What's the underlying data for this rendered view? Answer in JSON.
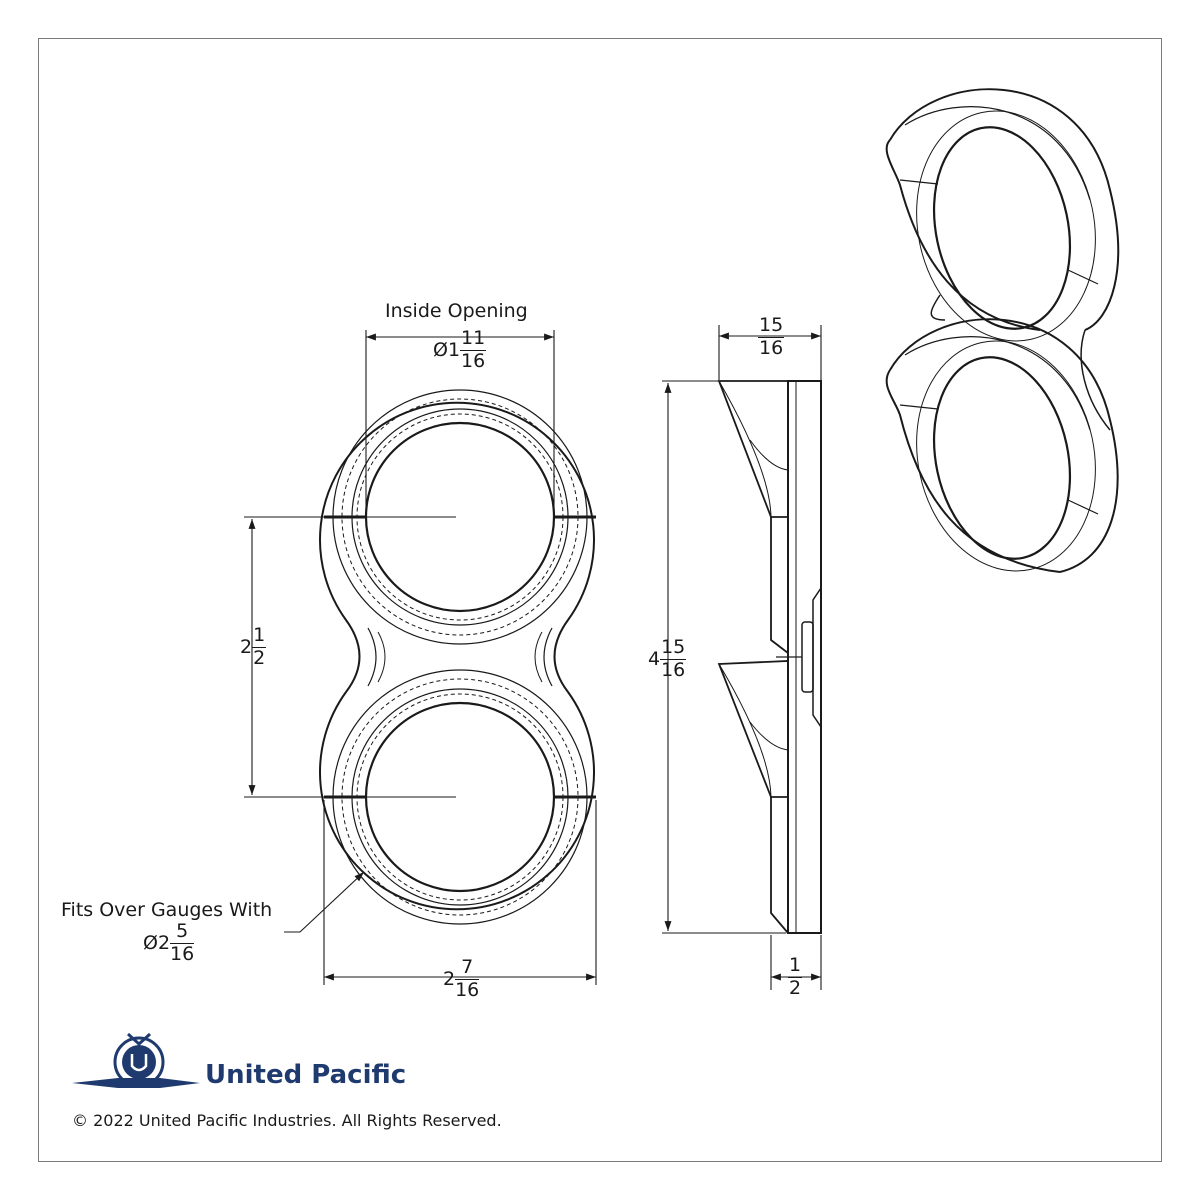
{
  "dimensions": {
    "inside_opening": {
      "label": "Inside Opening",
      "prefix": "Ø1",
      "num": "11",
      "den": "16"
    },
    "center_distance": {
      "whole": "2",
      "num": "1",
      "den": "2"
    },
    "overall_width": {
      "whole": "2",
      "num": "7",
      "den": "16"
    },
    "fits_over": {
      "label": "Fits Over Gauges With",
      "prefix": "Ø2",
      "num": "5",
      "den": "16"
    },
    "depth": {
      "whole": "",
      "num": "15",
      "den": "16"
    },
    "overall_height": {
      "whole": "4",
      "num": "15",
      "den": "16"
    },
    "flange_thickness": {
      "whole": "",
      "num": "1",
      "den": "2"
    }
  },
  "branding": {
    "company": "United Pacific",
    "copyright": "© 2022 United Pacific Industries. All Rights Reserved.",
    "brand_color": "#1f3a6e"
  },
  "views": [
    "front-view",
    "side-view",
    "isometric-view"
  ]
}
